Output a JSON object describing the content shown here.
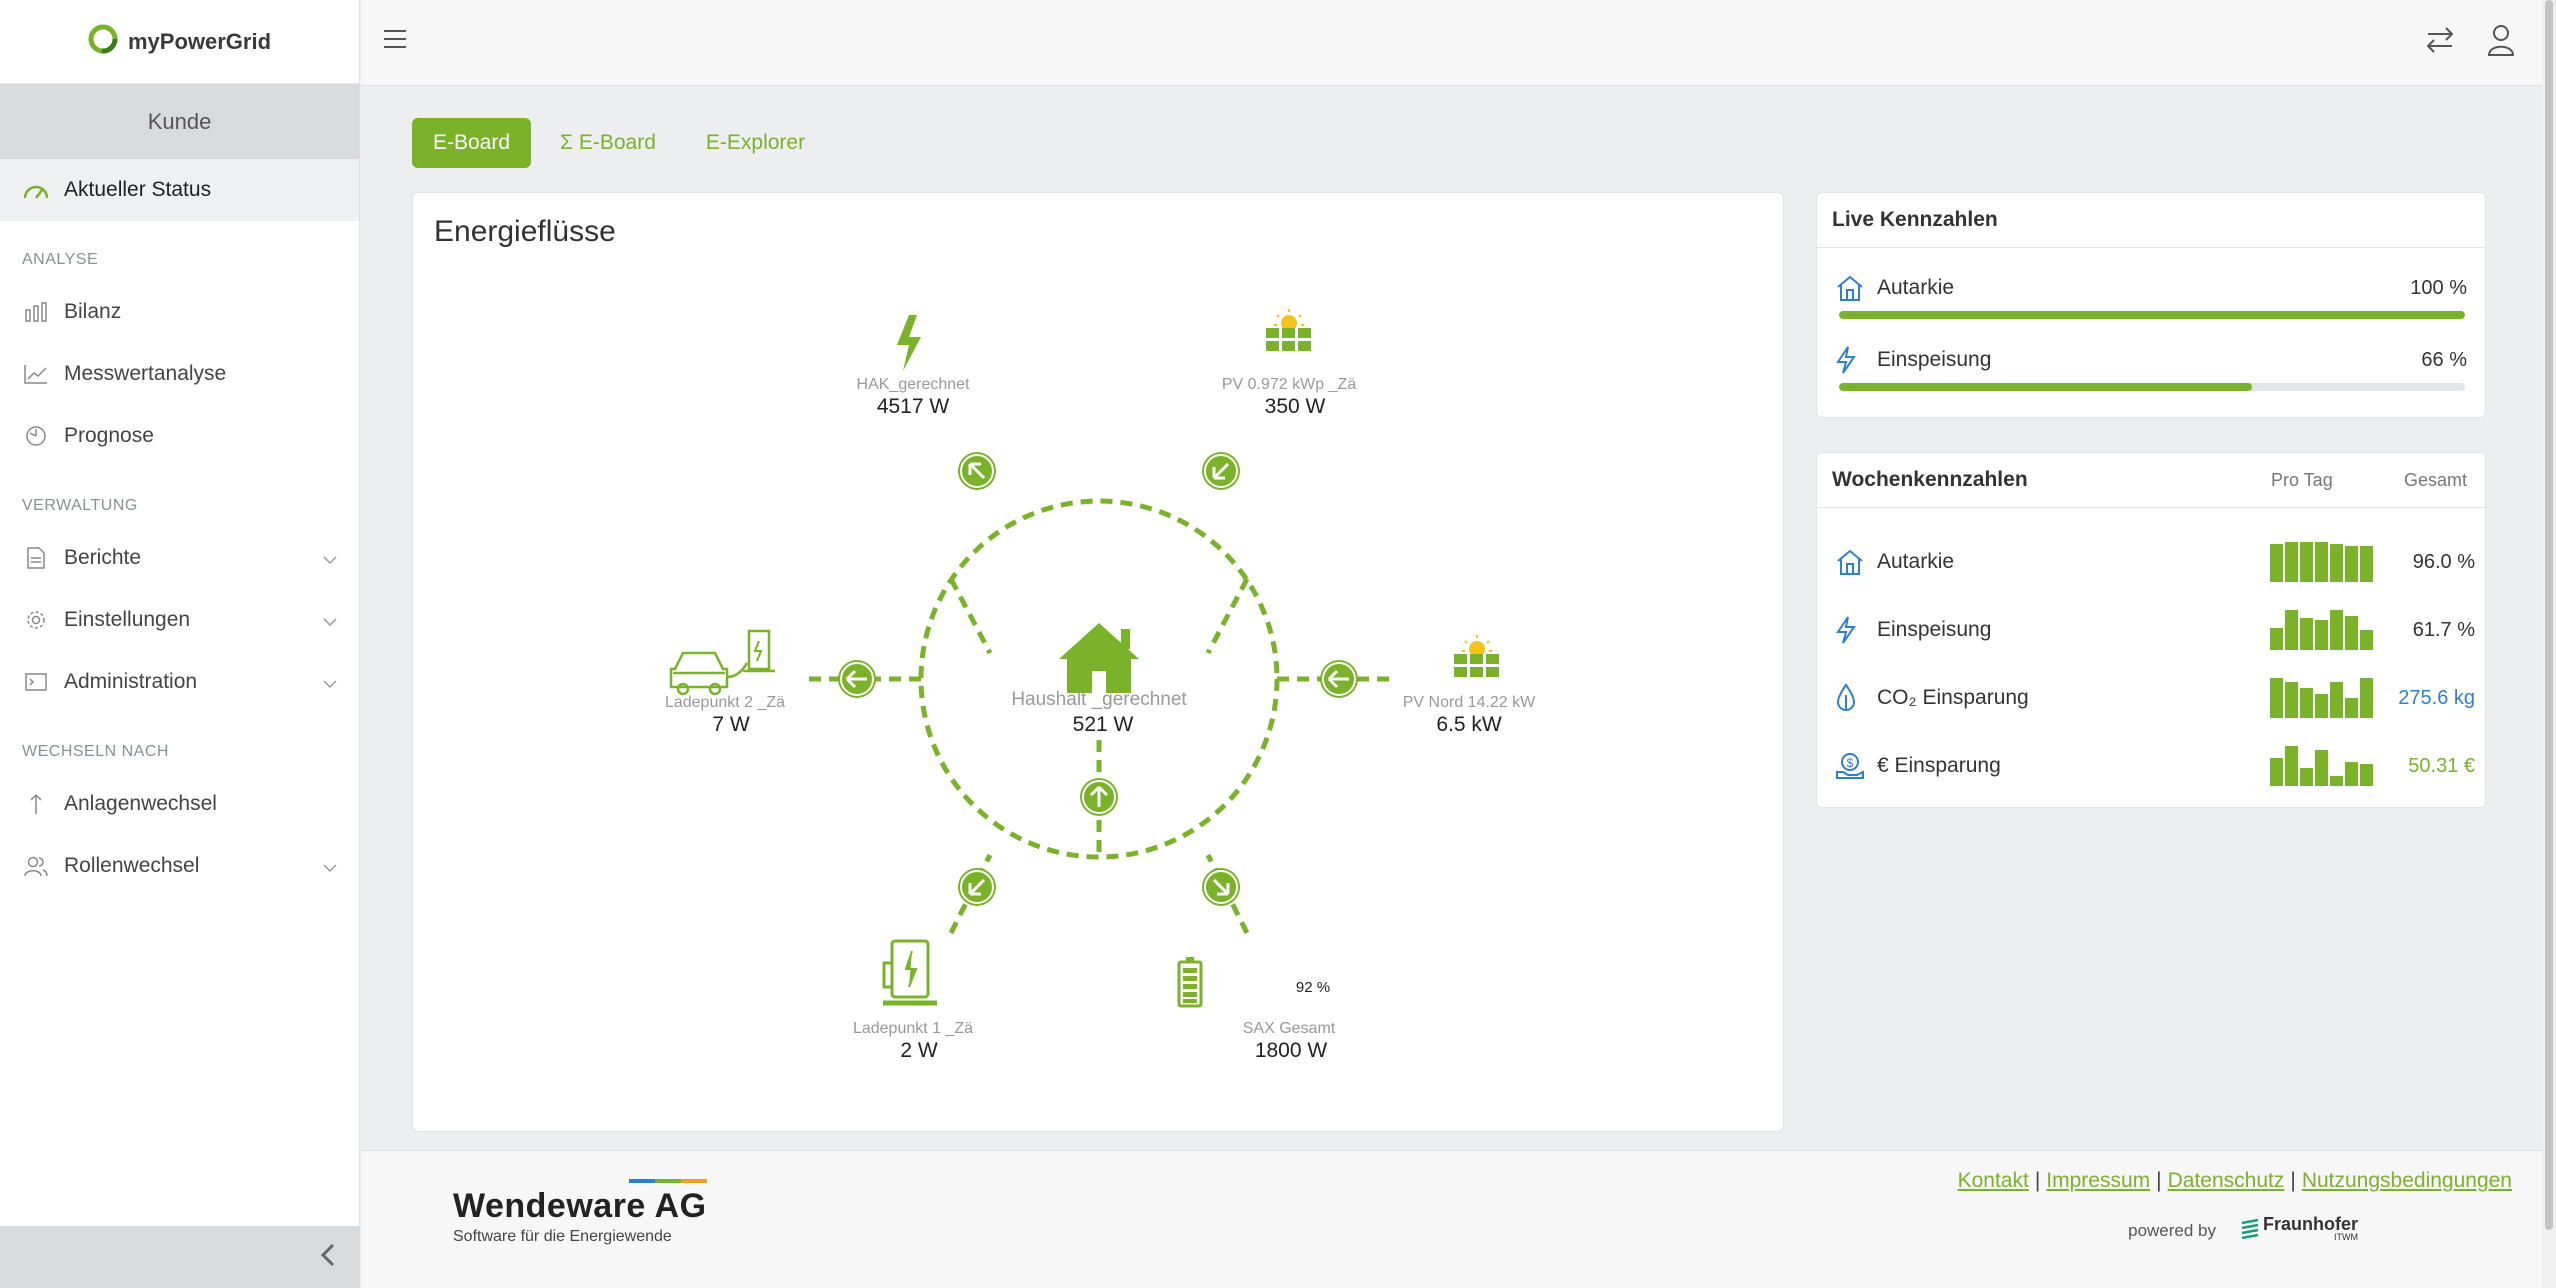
{
  "brand": {
    "name": "myPowerGrid"
  },
  "sidebar": {
    "role": "Kunde",
    "active_item": "Aktueller Status",
    "sections": [
      {
        "label": "ANALYSE",
        "items": [
          "Bilanz",
          "Messwertanalyse",
          "Prognose"
        ]
      },
      {
        "label": "VERWALTUNG",
        "items": [
          "Berichte",
          "Einstellungen",
          "Administration"
        ]
      },
      {
        "label": "WECHSELN NACH",
        "items": [
          "Anlagenwechsel",
          "Rollenwechsel"
        ]
      }
    ]
  },
  "tabs": [
    "E-Board",
    "Σ E-Board",
    "E-Explorer"
  ],
  "flow": {
    "title": "Energieflüsse",
    "center": {
      "name": "Haushalt _gerechnet",
      "value": "521 W"
    },
    "nodes": {
      "hak": {
        "name": "HAK_gerechnet",
        "value": "4517  W"
      },
      "pv1": {
        "name": "PV 0.972 kWp _Zä",
        "value": "350  W"
      },
      "pvnord": {
        "name": "PV Nord 14.22 kW",
        "value": "6.5  kW"
      },
      "lp2": {
        "name": "Ladepunkt 2 _Zä",
        "value": "7  W"
      },
      "lp1": {
        "name": "Ladepunkt 1 _Zä",
        "value": "2  W"
      },
      "sax": {
        "name": "SAX Gesamt",
        "value": "1800  W",
        "soc": "92 %"
      }
    }
  },
  "live": {
    "title": "Live Kennzahlen",
    "rows": [
      {
        "label": "Autarkie",
        "value": "100 %",
        "fraction": 1.0
      },
      {
        "label": "Einspeisung",
        "value": "66 %",
        "fraction": 0.66
      }
    ]
  },
  "week": {
    "title": "Wochenkennzahlen",
    "col_per_day": "Pro Tag",
    "col_total": "Gesamt",
    "rows": [
      {
        "label": "Autarkie",
        "value": "96.0 %",
        "color": "#333333",
        "bars": [
          0.95,
          1,
          1,
          1,
          0.95,
          0.9,
          0.9
        ]
      },
      {
        "label": "Einspeisung",
        "value": "61.7 %",
        "color": "#333333",
        "bars": [
          0.55,
          1,
          0.8,
          0.75,
          1,
          0.85,
          0.5
        ]
      },
      {
        "label": "CO₂ Einsparung",
        "value": "275.6 kg",
        "color": "#2f7fd1",
        "bars": [
          1,
          0.9,
          0.75,
          0.6,
          0.9,
          0.5,
          1
        ]
      },
      {
        "label": "€ Einsparung",
        "value": "50.31 €",
        "color": "#7ab229",
        "bars": [
          0.7,
          1,
          0.45,
          0.9,
          0.25,
          0.6,
          0.55
        ]
      }
    ]
  },
  "footer": {
    "company": "Wendeware AG",
    "tagline": "Software für die Energiewende",
    "links": [
      "Kontakt",
      "Impressum",
      "Datenschutz",
      "Nutzungsbedingungen"
    ],
    "powered_by": "powered by",
    "partner": "Fraunhofer",
    "partner_sub": "ITWM"
  }
}
